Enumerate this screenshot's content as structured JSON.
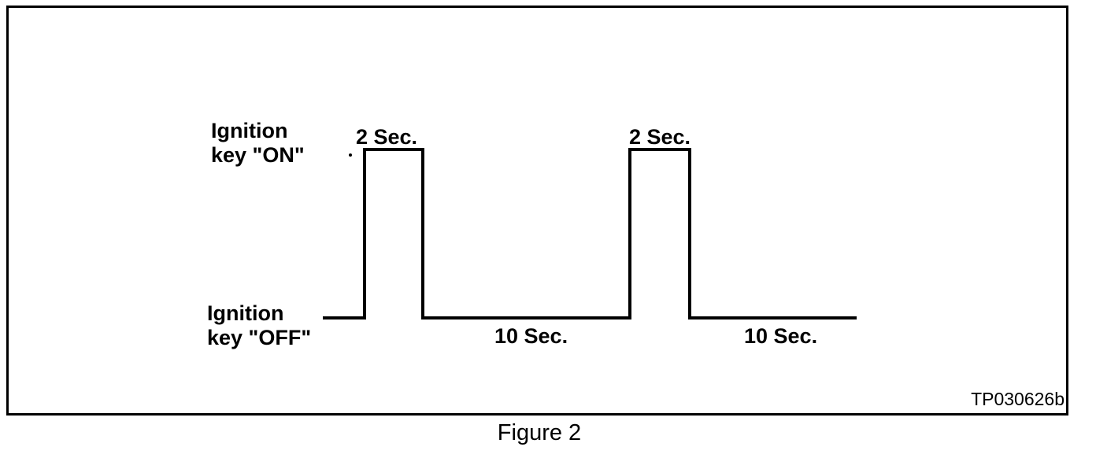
{
  "figure": {
    "caption": "Figure 2",
    "drawing_number": "TP030626b"
  },
  "colors": {
    "line": "#000000",
    "background": "#ffffff"
  },
  "labels": {
    "high": {
      "line1": "Ignition",
      "line2": "key \"ON\""
    },
    "low": {
      "line1": "Ignition",
      "line2": "key \"OFF\""
    }
  },
  "annotations": {
    "pulse1_duration": "2 Sec.",
    "interval1_duration": "10 Sec.",
    "pulse2_duration": "2 Sec.",
    "interval2_duration": "10 Sec."
  },
  "waveform": {
    "sequence": [
      {
        "state": "ON",
        "duration": "2 Sec."
      },
      {
        "state": "OFF",
        "duration": "10 Sec."
      },
      {
        "state": "ON",
        "duration": "2 Sec."
      },
      {
        "state": "OFF",
        "duration": "10 Sec."
      }
    ]
  }
}
